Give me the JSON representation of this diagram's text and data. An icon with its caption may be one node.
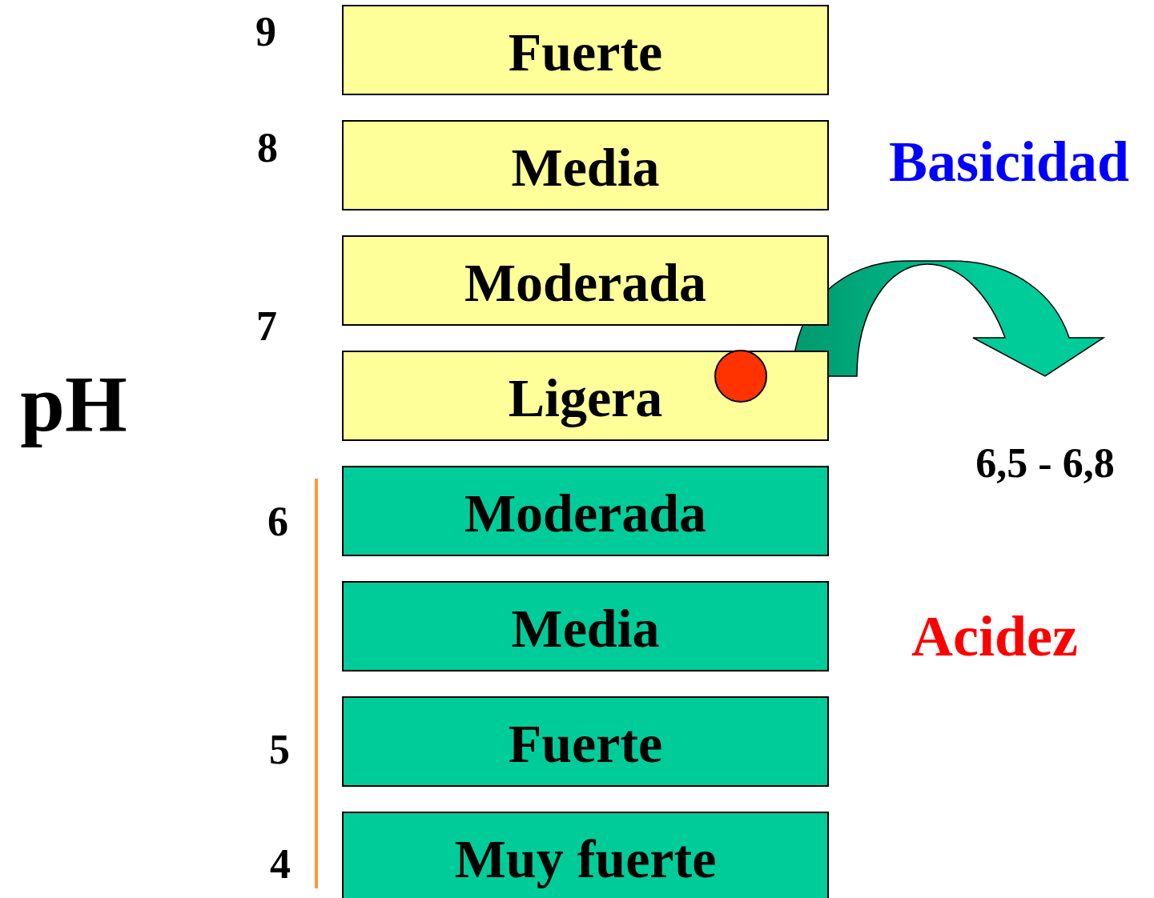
{
  "diagram": {
    "nodes": [
      {
        "text": [
          "Fuerte"
        ]
      },
      {
        "text": [
          "Media"
        ]
      },
      {
        "text": [
          "Moderada"
        ]
      },
      {
        "text": [
          "Ligera"
        ]
      },
      {
        "text": [],
        "shape": "circle",
        "in": 3
      },
      {
        "text": [
          "Moderada"
        ]
      },
      {
        "text": [
          "Media"
        ]
      },
      {
        "text": [
          "Fuerte"
        ]
      },
      {
        "text": [
          "Muy fuerte"
        ]
      },
      {
        "text": [
          "6,5 - 6,8"
        ]
      }
    ],
    "edges": [
      {
        "from": 4,
        "to": 9,
        "arrow": "to"
      }
    ],
    "labels": [
      "9",
      "8",
      "Basicidad",
      "7",
      "pH",
      "6",
      "Acidez",
      "5",
      "4"
    ]
  }
}
